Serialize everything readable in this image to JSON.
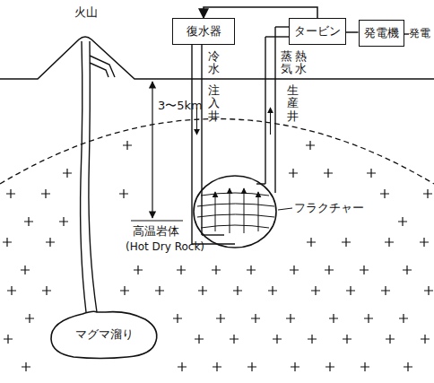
{
  "diagram": {
    "nodes": [
      {
        "text": [
          "復水器"
        ]
      },
      {
        "text": [
          "タービン"
        ]
      },
      {
        "text": [
          "発電機"
        ]
      },
      {
        "text": [
          "マグマ溜り"
        ]
      }
    ],
    "edges": [
      {
        "from": 1,
        "to": 0,
        "arrow": "to"
      },
      {
        "from": 1,
        "to": 2,
        "arrow": "none"
      }
    ],
    "labels": [
      "火山",
      "冷水",
      "注入井",
      "蒸気",
      "熱水",
      "生産井",
      "発電",
      "3〜5km",
      "高温岩体",
      "(Hot Dry Rock)",
      "フラクチャー"
    ]
  }
}
